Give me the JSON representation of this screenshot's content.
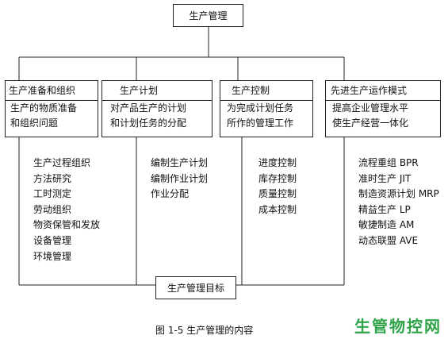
{
  "top": {
    "title": "生产管理"
  },
  "categories": [
    {
      "header": "生产准备和组织",
      "desc": [
        "生产的物质准备",
        "和组织问题"
      ],
      "items": [
        "生产过程组织",
        "方法研究",
        "工时测定",
        "劳动组织",
        "物资保管和发放",
        "设备管理",
        "环境管理"
      ]
    },
    {
      "header": "生产计划",
      "desc": [
        "对产品生产的计划",
        "和计划任务的分配"
      ],
      "items": [
        "编制生产计划",
        "编制作业计划",
        "作业分配"
      ]
    },
    {
      "header": "生产控制",
      "desc": [
        "为完成计划任务",
        "所作的管理工作"
      ],
      "items": [
        "进度控制",
        "库存控制",
        "质量控制",
        "成本控制"
      ]
    },
    {
      "header": "先进生产运作模式",
      "desc": [
        "提高企业管理水平",
        "使生产经营一体化"
      ],
      "items": [
        "流程重组 BPR",
        "准时生产 JIT",
        "制造资源计划 MRP",
        "精益生产 LP",
        "敏捷制造 AM",
        "动态联盟 AVE"
      ]
    }
  ],
  "bottom": {
    "title": "生产管理目标"
  },
  "caption": "图 1-5 生产管理的内容",
  "watermark": "生管物控网"
}
